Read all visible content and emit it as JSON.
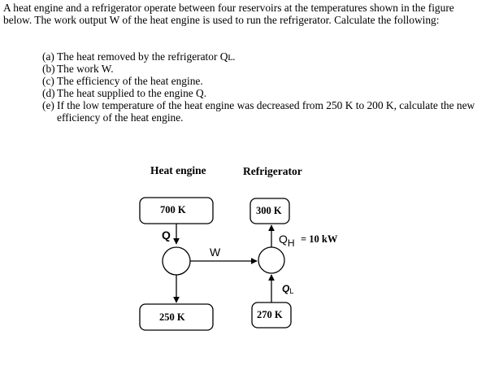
{
  "intro": "A heat engine and a refrigerator operate between four reservoirs at the temperatures shown in the figure below. The work output W of the heat engine is used to run the refrigerator. Calculate the following:",
  "questions": [
    {
      "letter": "(a)",
      "text": "The heat removed by the refrigerator Qʟ."
    },
    {
      "letter": "(b)",
      "text": "The work W."
    },
    {
      "letter": "(c)",
      "text": "The efficiency of the heat engine."
    },
    {
      "letter": "(d)",
      "text": "The heat supplied to the engine Q."
    },
    {
      "letter": "(e)",
      "text": "If the low temperature of the heat engine was decreased from 250 K to 200 K, calculate the new efficiency of the heat engine."
    }
  ],
  "diagram": {
    "heat_engine_label": "Heat engine",
    "refrigerator_label": "Refrigerator",
    "engine_hot_reservoir": "700 K",
    "engine_cold_reservoir": "250 K",
    "fridge_hot_reservoir": "300 K",
    "fridge_cold_reservoir": "270 K",
    "engine_heat_label": "Q",
    "work_label": "W",
    "qh_label_q": "Q",
    "qh_label_sub": "H",
    "qh_value": "= 10 kW",
    "ql_label_q": "Q",
    "ql_label_sub": "L"
  }
}
